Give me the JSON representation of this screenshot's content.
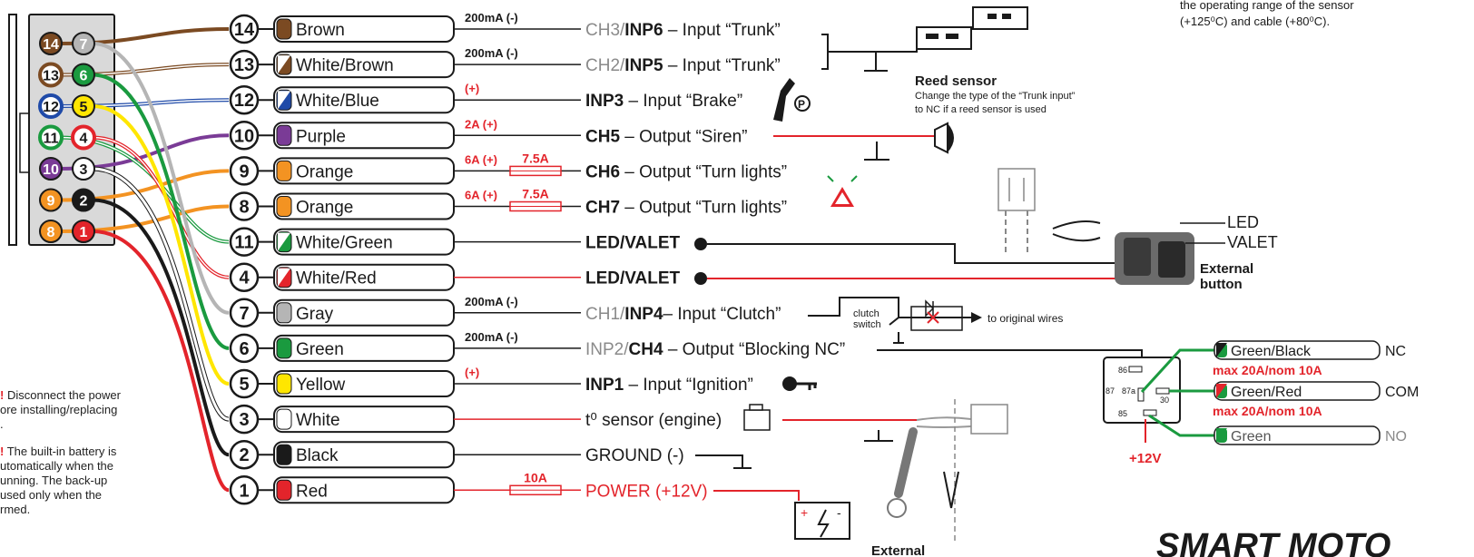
{
  "connector": {
    "pins_left": [
      "14",
      "13",
      "12",
      "11",
      "10",
      "9",
      "8"
    ],
    "pins_right": [
      "7",
      "6",
      "5",
      "4",
      "3",
      "2",
      "1"
    ]
  },
  "wires": [
    {
      "num": "14",
      "label": "Brown",
      "rating": "200mA (-)",
      "fuse": "",
      "desc_prefix": "CH3/",
      "desc_bold": "INP6",
      "desc_rest": " – Input “Trunk”",
      "color": "#7b4a22",
      "stripe": false
    },
    {
      "num": "13",
      "label": "White/Brown",
      "rating": "200mA (-)",
      "fuse": "",
      "desc_prefix": "CH2/",
      "desc_bold": "INP5",
      "desc_rest": " – Input “Trunk”",
      "color": "#7b4a22",
      "stripe": true
    },
    {
      "num": "12",
      "label": "White/Blue",
      "rating": "(+)",
      "fuse": "",
      "desc_prefix": "",
      "desc_bold": "INP3",
      "desc_rest": " – Input “Brake”",
      "color": "#1f4aa8",
      "stripe": true
    },
    {
      "num": "10",
      "label": "Purple",
      "rating": "2A (+)",
      "fuse": "",
      "desc_prefix": "",
      "desc_bold": "CH5",
      "desc_rest": " – Output “Siren”",
      "color": "#7a3b96",
      "stripe": false
    },
    {
      "num": "9",
      "label": "Orange",
      "rating": "6A (+)",
      "fuse": "7.5A",
      "desc_prefix": "",
      "desc_bold": "CH6",
      "desc_rest": " – Output “Turn lights”",
      "color": "#f39322",
      "stripe": false
    },
    {
      "num": "8",
      "label": "Orange",
      "rating": "6A (+)",
      "fuse": "7.5A",
      "desc_prefix": "",
      "desc_bold": "CH7",
      "desc_rest": " – Output “Turn lights”",
      "color": "#f39322",
      "stripe": false
    },
    {
      "num": "11",
      "label": "White/Green",
      "rating": "",
      "fuse": "",
      "desc_prefix": "",
      "desc_bold": "LED/VALET",
      "desc_rest": "",
      "color": "#1a9a3f",
      "stripe": true
    },
    {
      "num": "4",
      "label": "White/Red",
      "rating": "",
      "fuse": "",
      "desc_prefix": "",
      "desc_bold": "LED/VALET",
      "desc_rest": "",
      "color": "#e3242b",
      "stripe": true
    },
    {
      "num": "7",
      "label": "Gray",
      "rating": "200mA (-)",
      "fuse": "",
      "desc_prefix": "CH1/",
      "desc_bold": "INP4",
      "desc_rest": "– Input “Clutch”",
      "color": "#b5b5b5",
      "stripe": false
    },
    {
      "num": "6",
      "label": "Green",
      "rating": "200mA (-)",
      "fuse": "",
      "desc_prefix": "INP2/",
      "desc_bold": "CH4",
      "desc_rest": " – Output “Blocking NC”",
      "color": "#1a9a3f",
      "stripe": false
    },
    {
      "num": "5",
      "label": "Yellow",
      "rating": "(+)",
      "fuse": "",
      "desc_prefix": "",
      "desc_bold": "INP1",
      "desc_rest": " – Input “Ignition”",
      "color": "#ffe600",
      "stripe": false
    },
    {
      "num": "3",
      "label": "White",
      "rating": "",
      "fuse": "",
      "desc_prefix": "",
      "desc_bold": "",
      "desc_rest": "t⁰ sensor (engine)",
      "color": "#ffffff",
      "stripe": false
    },
    {
      "num": "2",
      "label": "Black",
      "rating": "",
      "fuse": "",
      "desc_prefix": "",
      "desc_bold": "",
      "desc_rest": "GROUND (-)",
      "color": "#1a1a1a",
      "stripe": false
    },
    {
      "num": "1",
      "label": "Red",
      "rating": "",
      "fuse": "10A",
      "desc_prefix": "",
      "desc_bold": "",
      "desc_rest": "POWER (+12V)",
      "color": "#e3242b",
      "stripe": false
    }
  ],
  "reed": {
    "title": "Reed sensor",
    "note_line1": "Change the type of the “Trunk input”",
    "note_line2": "to NC if a reed sensor is used"
  },
  "top_right_note": {
    "line1": "the operating range of the sensor",
    "line2": "(+125⁰C) and cable (+80⁰C)."
  },
  "button": {
    "led_label": "LED",
    "valet_label": "VALET",
    "title_line1": "External",
    "title_line2": "button"
  },
  "clutch": {
    "switch_line1": "clutch",
    "switch_line2": "switch",
    "to_original": "to original wires"
  },
  "relay": {
    "pin86": "86",
    "pin87": "87",
    "pin87a": "87a",
    "pin30": "30",
    "pin85": "85",
    "plus12": "+12V",
    "outputs": [
      {
        "label": "Green/Black",
        "contact": "NC",
        "max": "max 20A/nom 10A",
        "color": "#1a9a3f",
        "dark": "#1a1a1a"
      },
      {
        "label": "Green/Red",
        "contact": "COM",
        "max": "max 20A/nom 10A",
        "color": "#1a9a3f",
        "dark": "#e3242b"
      },
      {
        "label": "Green",
        "contact": "NO",
        "max": "",
        "color": "#1a9a3f",
        "dark": "#1a9a3f"
      }
    ]
  },
  "left_notes": {
    "n1_bang": "!",
    "n1_line1": " Disconnect the power",
    "n1_line2": "ore installing/replacing",
    "n1_line3": ".",
    "n2_bang": "!",
    "n2_line1": " The built-in battery is",
    "n2_line2": "utomatically when the",
    "n2_line3": "unning. The back-up",
    "n2_line4": "used only when the",
    "n2_line5": "rmed."
  },
  "bottom": {
    "external_label": "External",
    "brand": "SMART MOTO"
  },
  "colors": {
    "accent_red": "#e3242b",
    "text_gray": "#8a8a8a",
    "text_dark": "#1a1a1a"
  }
}
